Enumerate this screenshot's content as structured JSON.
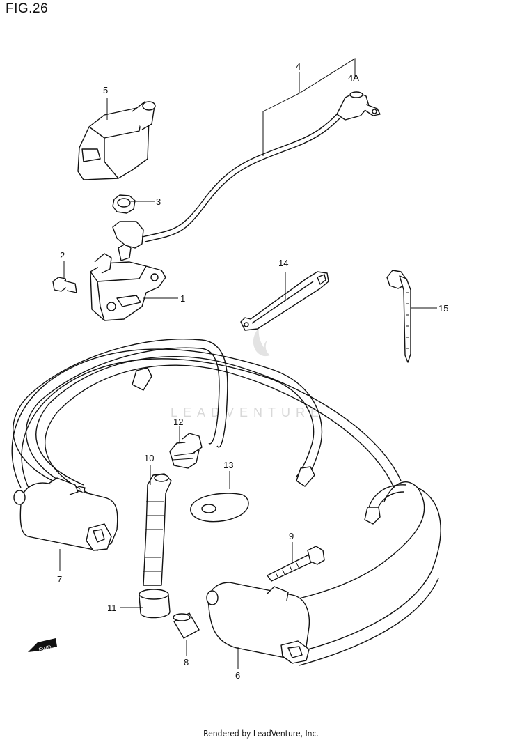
{
  "figure": {
    "title": "FIG.26"
  },
  "watermark": {
    "text": "LEADVENTURE"
  },
  "fwd_badge": {
    "text": "FWD"
  },
  "footer": {
    "text": "Rendered by LeadVenture, Inc."
  },
  "callouts": [
    {
      "id": "1",
      "label": "1"
    },
    {
      "id": "2",
      "label": "2"
    },
    {
      "id": "3",
      "label": "3"
    },
    {
      "id": "4",
      "label": "4"
    },
    {
      "id": "4A",
      "label": "4A"
    },
    {
      "id": "5",
      "label": "5"
    },
    {
      "id": "6",
      "label": "6"
    },
    {
      "id": "7",
      "label": "7"
    },
    {
      "id": "8",
      "label": "8"
    },
    {
      "id": "9",
      "label": "9"
    },
    {
      "id": "10",
      "label": "10"
    },
    {
      "id": "11",
      "label": "11"
    },
    {
      "id": "12",
      "label": "12"
    },
    {
      "id": "13",
      "label": "13"
    },
    {
      "id": "14",
      "label": "14"
    },
    {
      "id": "15",
      "label": "15"
    }
  ]
}
